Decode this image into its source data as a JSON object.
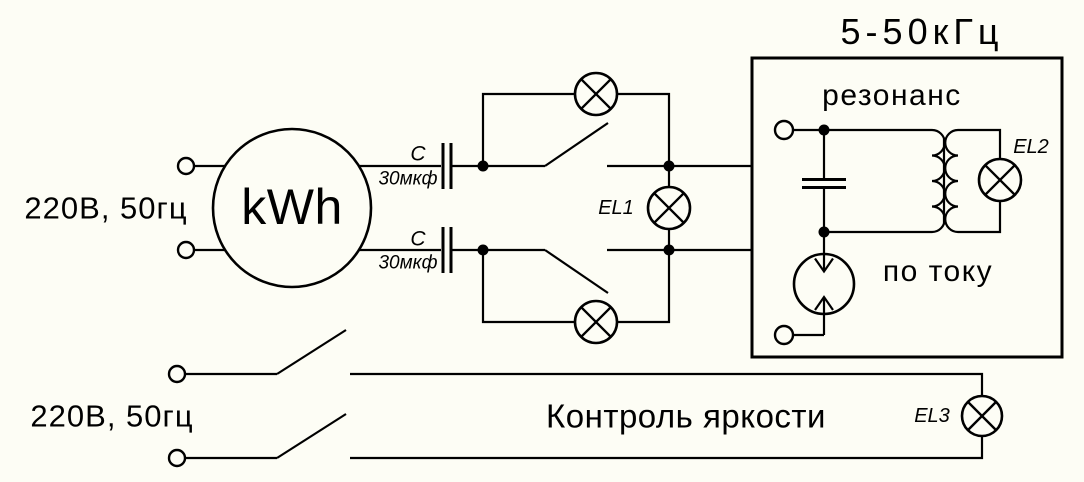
{
  "diagram": {
    "background_color": "#FDFDF5",
    "line_color": "#000000",
    "power_input_top": {
      "label": "220В, 50гц"
    },
    "power_input_bottom": {
      "label": "220В, 50гц"
    },
    "energy_meter": {
      "label": "kWh"
    },
    "capacitor_top": {
      "designator": "C",
      "value": "30мкф"
    },
    "capacitor_bottom": {
      "designator": "C",
      "value": "30мкф"
    },
    "lamp_el1": {
      "designator": "EL1"
    },
    "lamp_el2": {
      "designator": "EL2"
    },
    "lamp_el3": {
      "designator": "EL3"
    },
    "converter_box": {
      "frequency_label": "5-50кГц",
      "voltage_resonance_label": "резонанс",
      "current_resonance_label": "по току"
    },
    "brightness_control": {
      "label": "Контроль яркости"
    }
  }
}
